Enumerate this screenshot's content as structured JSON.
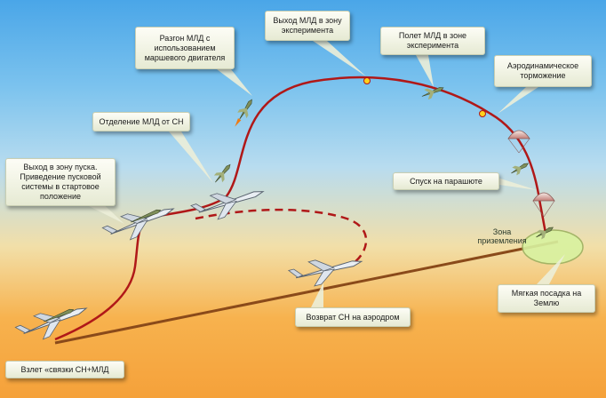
{
  "callouts": {
    "takeoff": "Взлет «связки СН+МЛД",
    "launch_zone": "Выход в зону пуска.\nПриведение пусковой\nсистемы в стартовое\nположение",
    "separation": "Отделение МЛД от СН",
    "acceleration": "Разгон МЛД с\nиспользованием\nмаршевого двигателя",
    "exit_zone": "Выход МЛД в зону\nэксперимента",
    "flight_zone": "Полет МЛД в зоне\nэксперимента",
    "aero_braking": "Аэродинамическое\nторможение",
    "parachute": "Спуск на парашюте",
    "soft_landing": "Мягкая посадка на\nЗемлю",
    "return": "Возврат СН на аэродром"
  },
  "zone_label": "Зона\nприземления",
  "colors": {
    "trajectory": "#b01818",
    "ground_line": "#8a4a1a",
    "landing_zone": "#d8f2a0",
    "marker": "#ffd21c"
  }
}
